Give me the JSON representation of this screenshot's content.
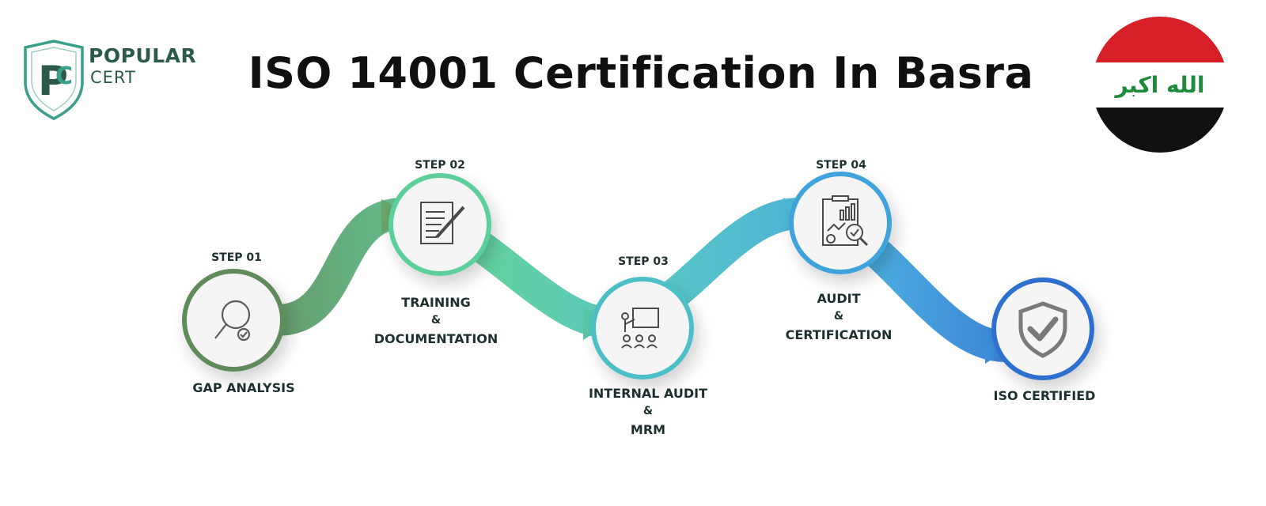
{
  "title": "ISO 14001 Certification In Basra",
  "logo": {
    "word_1": "POPULAR",
    "word_2": "CERT",
    "monogram": "PC",
    "color": "#2b5a4a"
  },
  "flag": {
    "emblem_text": "الله اكبر",
    "colors": {
      "red": "#d61f26",
      "white": "#ffffff",
      "black": "#111111",
      "green": "#1f8a3a"
    }
  },
  "steps": [
    {
      "label": "STEP 01",
      "lines": [
        "GAP ANALYSIS"
      ],
      "icon": "magnifier-check-icon",
      "color": "#5e8c5a"
    },
    {
      "label": "STEP 02",
      "lines": [
        "TRAINING",
        "&",
        "DOCUMENTATION"
      ],
      "icon": "document-pencil-icon",
      "color": "#5bcf9a"
    },
    {
      "label": "STEP 03",
      "lines": [
        "INTERNAL AUDIT",
        "&",
        "MRM"
      ],
      "icon": "presentation-icon",
      "color": "#4ec0c7"
    },
    {
      "label": "STEP 04",
      "lines": [
        "AUDIT",
        "&",
        "CERTIFICATION"
      ],
      "icon": "report-magnifier-icon",
      "color": "#3fa3dc"
    },
    {
      "label": "",
      "lines": [
        "ISO CERTIFIED"
      ],
      "icon": "shield-check-icon",
      "color": "#2f6fd0"
    }
  ]
}
